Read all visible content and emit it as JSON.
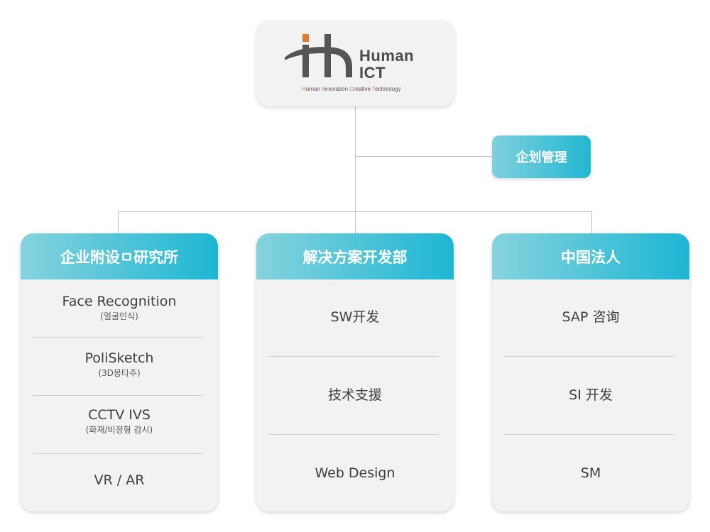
{
  "root": {
    "logo_word_top": "Human",
    "logo_word_bottom": "ICT",
    "tagline_parts": [
      "H",
      "uman ",
      "I",
      "nnovation ",
      "C",
      "reative ",
      "T",
      "echnology"
    ]
  },
  "planning": {
    "label": "企划管理"
  },
  "columns": [
    {
      "title": "企业附设ㅁ研究所",
      "items": [
        {
          "main": "Face Recognition",
          "sub": "(얼굴인식)"
        },
        {
          "main": "PoliSketch",
          "sub": "(3D몽타주)"
        },
        {
          "main": "CCTV IVS",
          "sub": "(화재/비정형 감시)"
        },
        {
          "main": "VR / AR",
          "sub": ""
        }
      ]
    },
    {
      "title": "解决方案开发部",
      "items": [
        {
          "main": "SW开发"
        },
        {
          "main": "技术支援"
        },
        {
          "main": "Web Design"
        }
      ]
    },
    {
      "title": "中国法人",
      "items": [
        {
          "main": "SAP 咨询"
        },
        {
          "main": "SI 开发"
        },
        {
          "main": "SM"
        }
      ]
    }
  ],
  "colors": {
    "header_gradient_start": "#86d3de",
    "header_gradient_end": "#1db6d3",
    "logo_orange": "#e57a2e",
    "logo_gray": "#555555",
    "card_bg": "#f2f2f2",
    "connector": "#bfbfbf"
  },
  "icons": {
    "logo": "human-ict-logo-mark"
  }
}
